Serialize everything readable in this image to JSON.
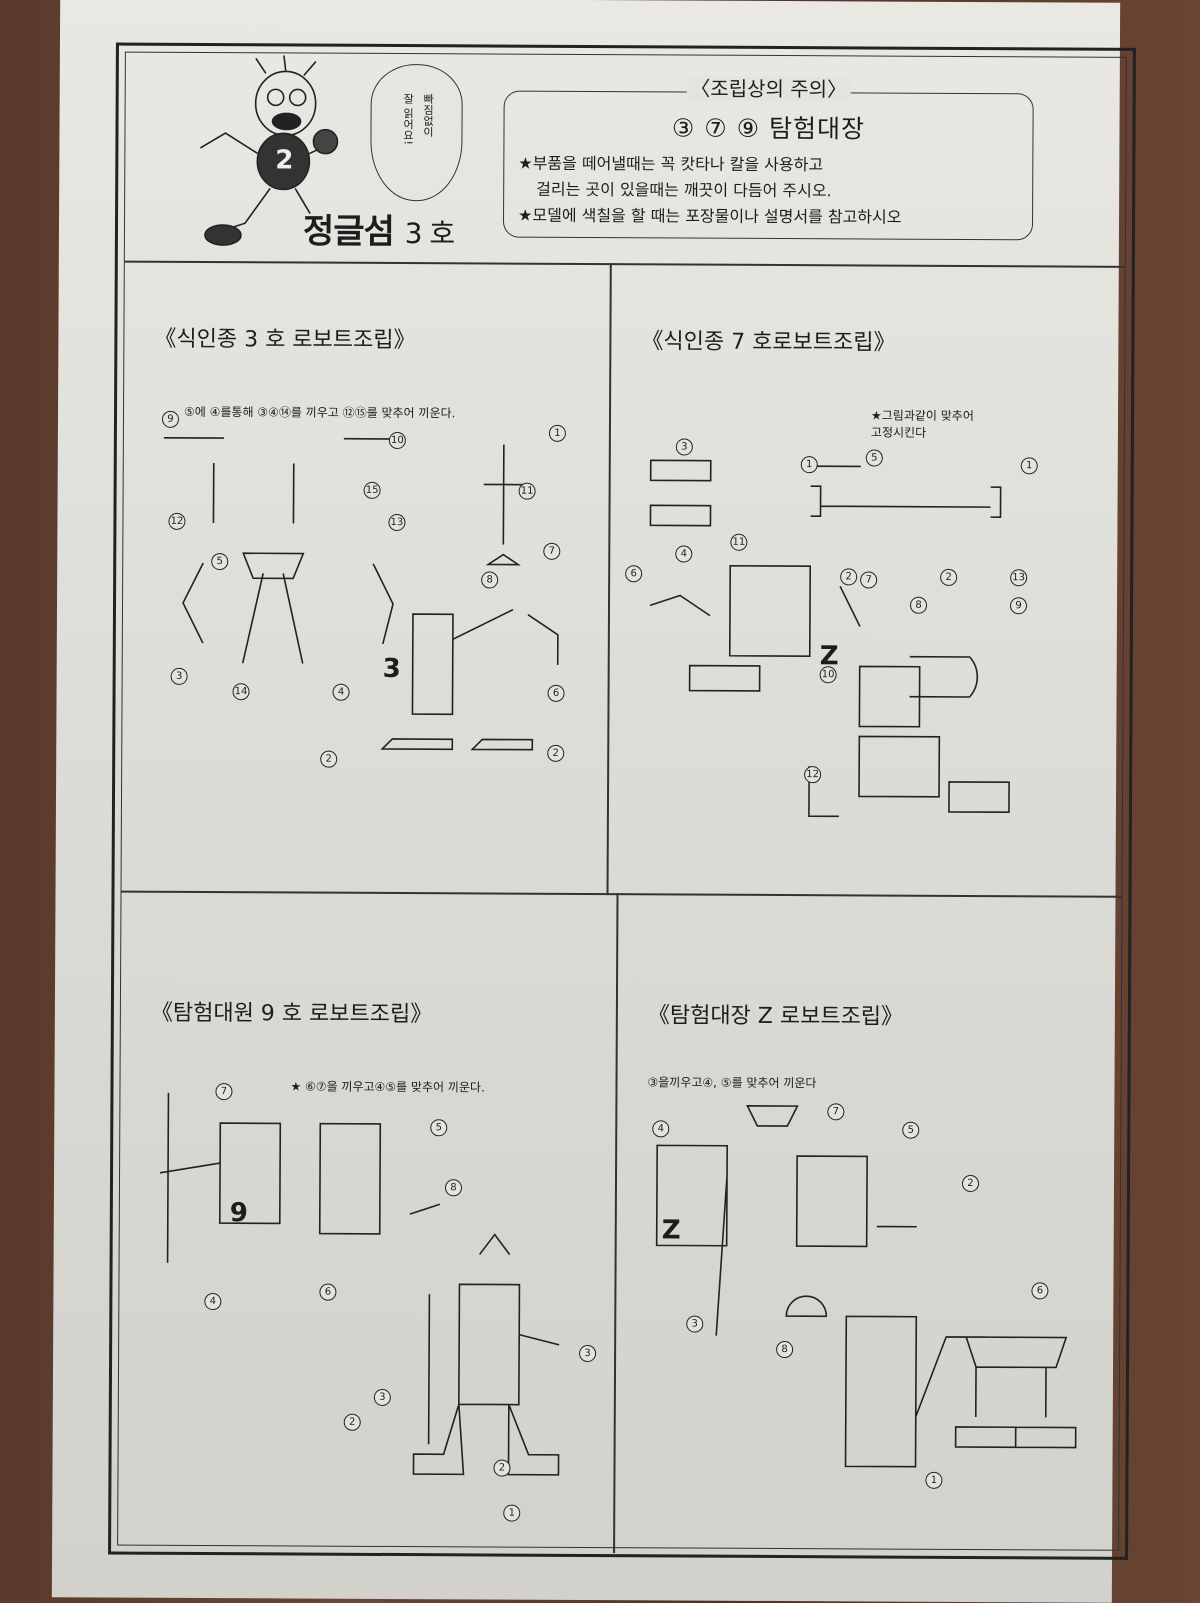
{
  "header": {
    "brand_name": "정글섬",
    "brand_number": "3 호",
    "mascot_number": "2",
    "speech_bubble": [
      "빠짐없이",
      "잘 읽어요!"
    ],
    "notice": {
      "title": "〈조립상의 주의〉",
      "subtitle": "③ ⑦ ⑨  탐험대장",
      "lines": [
        "★부품을 떼어낼때는 꼭 캇타나 칼을 사용하고",
        "걸리는 곳이 있을때는 깨끗이 다듬어 주시오.",
        "★모델에 색칠을 할 때는 포장물이나 설명서를 참고하시오"
      ]
    }
  },
  "panels": [
    {
      "title": "《식인종 3 호  로보트조립》",
      "instruction": "⑤에 ④를통해 ③④⑭를 끼우고 ⑫⑮를 맞추어 끼운다.",
      "callouts": [
        "9",
        "10",
        "1",
        "15",
        "11",
        "12",
        "13",
        "7",
        "5",
        "8",
        "3",
        "14",
        "4",
        "6",
        "2",
        "2"
      ],
      "body_mark": "3"
    },
    {
      "title": "《식인종 7 호로보트조립》",
      "instruction": "★그림과같이 맞추어\n고정시킨다",
      "callouts": [
        "3",
        "5",
        "1",
        "1",
        "4",
        "11",
        "2",
        "13",
        "2",
        "6",
        "7",
        "8",
        "9",
        "10",
        "12"
      ],
      "body_mark": "Z"
    },
    {
      "title": "《탐험대원 9 호  로보트조립》",
      "instruction": "★ ⑥⑦을 끼우고④⑤를 맞추어 끼운다.",
      "callouts": [
        "7",
        "5",
        "8",
        "4",
        "6",
        "1",
        "3",
        "3",
        "2",
        "2"
      ],
      "body_mark": "9"
    },
    {
      "title": "《탐험대장 Z 로보트조립》",
      "instruction": "③을끼우고④, ⑤를 맞추어 끼운다",
      "callouts": [
        "7",
        "4",
        "5",
        "2",
        "3",
        "6",
        "8",
        "1"
      ],
      "body_mark": "Z"
    }
  ]
}
